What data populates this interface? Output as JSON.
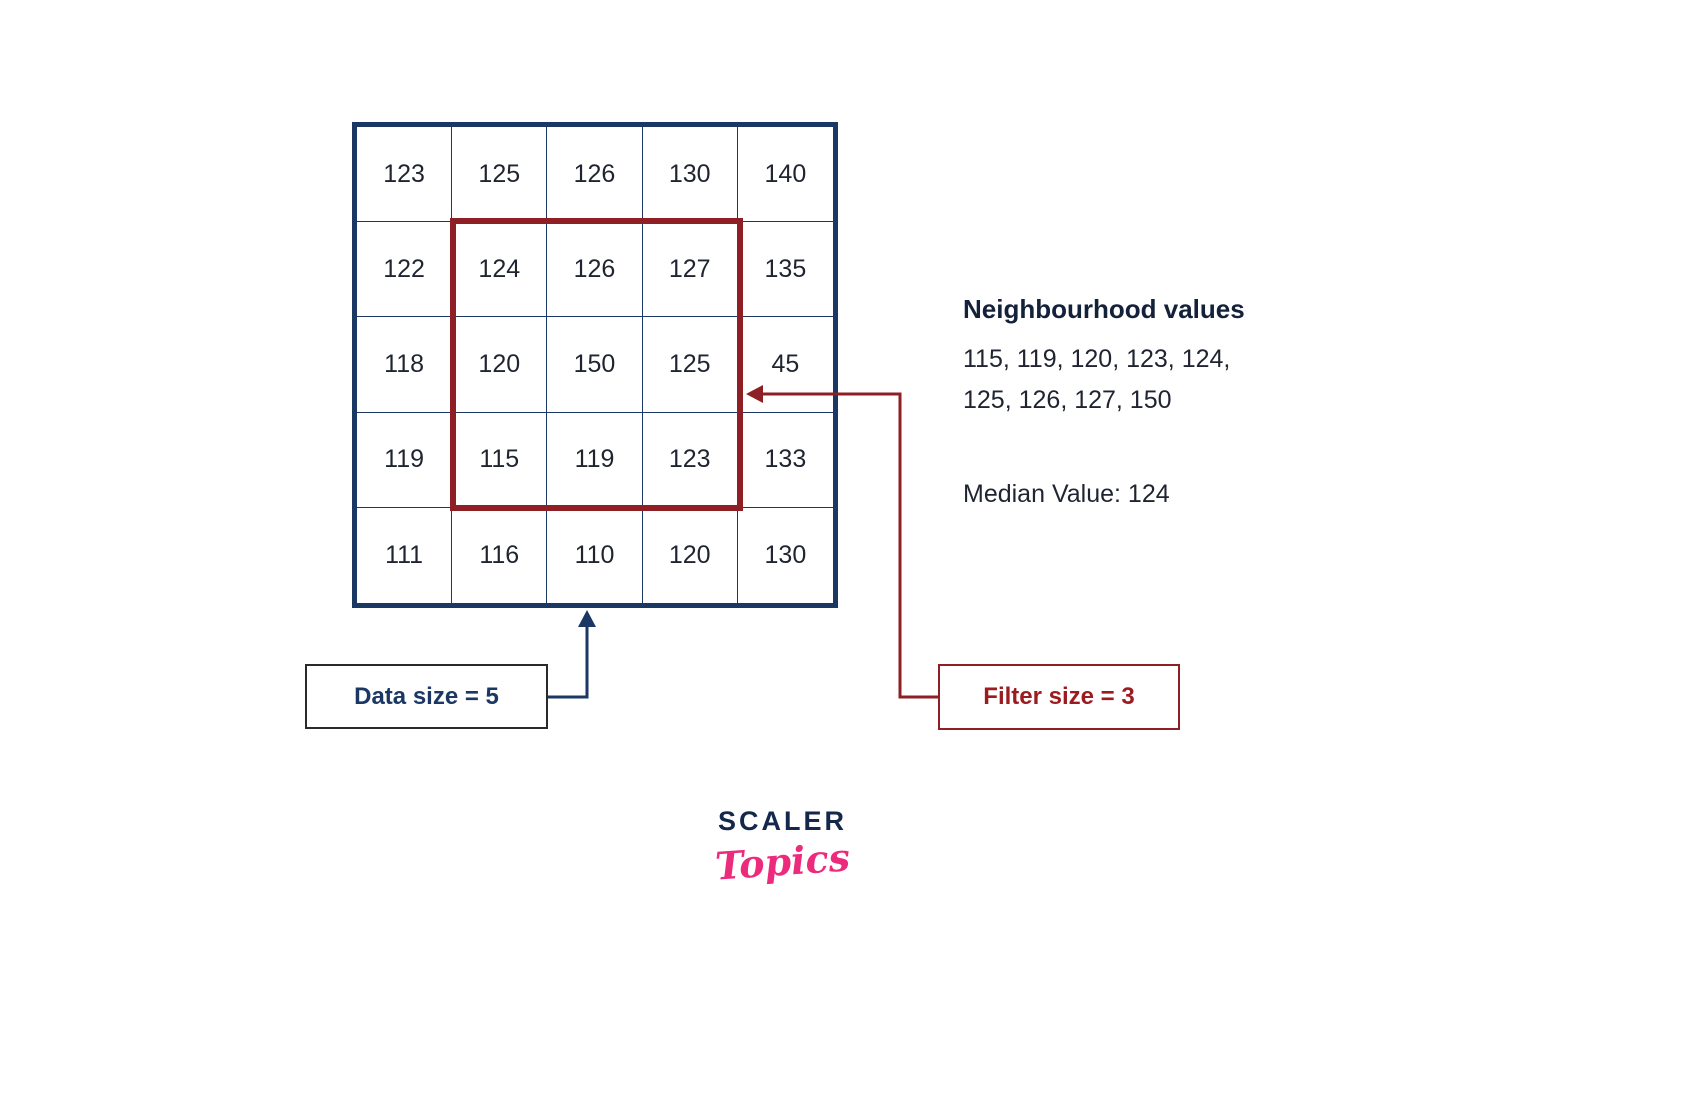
{
  "grid": {
    "rows": [
      [
        "123",
        "125",
        "126",
        "130",
        "140"
      ],
      [
        "122",
        "124",
        "126",
        "127",
        "135"
      ],
      [
        "118",
        "120",
        "150",
        "125",
        "45"
      ],
      [
        "119",
        "115",
        "119",
        "123",
        "133"
      ],
      [
        "111",
        "116",
        "110",
        "120",
        "130"
      ]
    ]
  },
  "annotations": {
    "neighbourhood_title": "Neighbourhood values",
    "neighbourhood_line1": "115, 119, 120, 123, 124,",
    "neighbourhood_line2": "125, 126, 127, 150",
    "median_value": "Median Value: 124",
    "data_size_label": "Data size = 5",
    "filter_size_label": "Filter size = 3"
  },
  "logo": {
    "brand": "SCALER",
    "sub": "Topics"
  },
  "colors": {
    "grid_border": "#1b3764",
    "filter_window_border": "#8e1f24",
    "data_size_text": "#1b3764",
    "filter_size_text": "#9b1b1f",
    "arrow_blue": "#1b3764",
    "arrow_red": "#8e1f24",
    "logo_brand": "#14284b",
    "logo_sub": "#ed2b7c"
  }
}
